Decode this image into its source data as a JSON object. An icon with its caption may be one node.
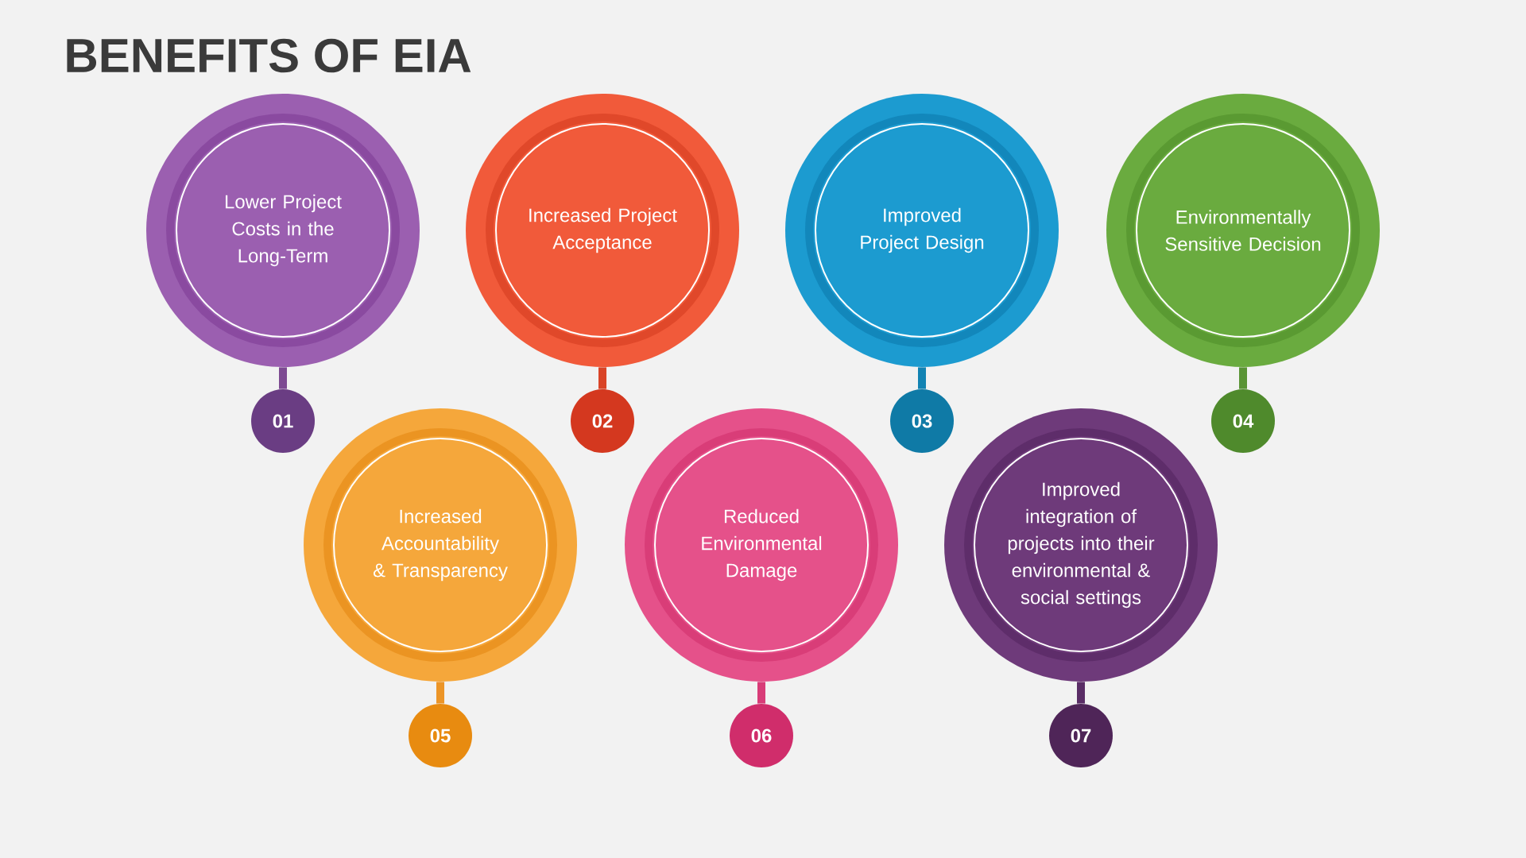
{
  "diagram": {
    "title": "BENEFITS OF EIA",
    "nodes": [
      {
        "text": [
          "Lower Project Costs in the Long-Term"
        ]
      },
      {
        "text": [
          "Increased Project Acceptance"
        ]
      },
      {
        "text": [
          "Improved Project Design"
        ]
      },
      {
        "text": [
          "Environmentally Sensitive Decision"
        ]
      },
      {
        "text": [
          "Increased Accountability & Transparency"
        ]
      },
      {
        "text": [
          "Reduced Environmental Damage"
        ]
      },
      {
        "text": [
          "Improved integration of projects into their environmental & social settings"
        ]
      },
      {
        "text": [
          "01"
        ]
      },
      {
        "text": [
          "02"
        ]
      },
      {
        "text": [
          "03"
        ]
      },
      {
        "text": [
          "04"
        ]
      },
      {
        "text": [
          "05"
        ]
      },
      {
        "text": [
          "06"
        ]
      },
      {
        "text": [
          "07"
        ]
      }
    ],
    "edges": [
      {
        "from": 0,
        "to": 7,
        "arrow": "none",
        "color": "#7d4a92"
      },
      {
        "from": 1,
        "to": 8,
        "arrow": "none",
        "color": "#d94427"
      },
      {
        "from": 2,
        "to": 9,
        "arrow": "none",
        "color": "#1283b3"
      },
      {
        "from": 3,
        "to": 10,
        "arrow": "none",
        "color": "#5a9435"
      },
      {
        "from": 4,
        "to": 11,
        "arrow": "none",
        "color": "#ec9527"
      },
      {
        "from": 5,
        "to": 12,
        "arrow": "none",
        "color": "#d83c78"
      },
      {
        "from": 6,
        "to": 13,
        "arrow": "none",
        "color": "#5a2d66"
      }
    ]
  }
}
